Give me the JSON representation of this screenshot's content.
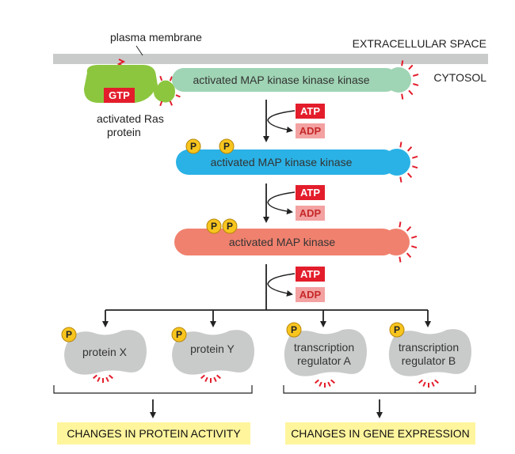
{
  "labels": {
    "plasma_membrane": "plasma membrane",
    "extracellular": "EXTRACELLULAR SPACE",
    "cytosol": "CYTOSOL",
    "ras_line1": "activated Ras",
    "ras_line2": "protein",
    "gtp": "GTP"
  },
  "kinases": {
    "mapkkk": "activated MAP kinase kinase kinase",
    "mapkk": "activated MAP kinase kinase",
    "mapk": "activated MAP kinase"
  },
  "phosphate": "P",
  "reactions": {
    "atp": "ATP",
    "adp": "ADP"
  },
  "targets": {
    "protein_x": "protein X",
    "protein_y": "protein Y",
    "reg_a_line1": "transcription",
    "reg_a_line2": "regulator A",
    "reg_b_line1": "transcription",
    "reg_b_line2": "regulator B"
  },
  "outcomes": {
    "protein_activity": "CHANGES IN PROTEIN ACTIVITY",
    "gene_expression": "CHANGES IN GENE EXPRESSION"
  },
  "colors": {
    "membrane": "#c9cbca",
    "ras": "#8cc63f",
    "mapkkk": "#9fd4b4",
    "mapkk": "#2ab2e6",
    "mapk": "#f0816e",
    "target": "#c9cbca",
    "atp": "#e31d2b",
    "adp": "#f3a1a1",
    "phosphate": "#f7c51e",
    "activity_mark": "#e31d2b",
    "outcome_box": "#fff59d"
  }
}
